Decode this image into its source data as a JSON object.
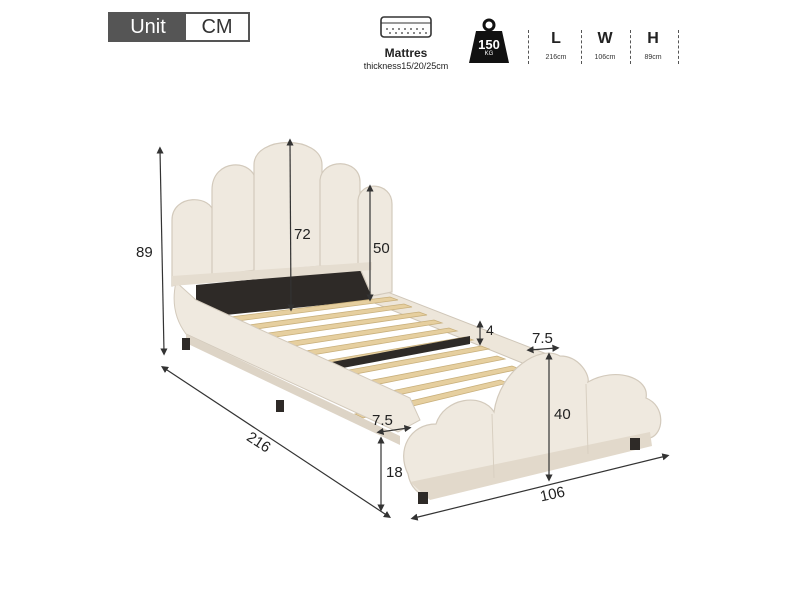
{
  "unit": {
    "label": "Unit",
    "value": "CM"
  },
  "mattress": {
    "label": "Mattres",
    "thickness": "thickness15/20/25cm",
    "icon": "mattress-icon"
  },
  "weight": {
    "value": "150",
    "unit": "KG",
    "icon": "weight-icon"
  },
  "dimensions": [
    {
      "letter": "L",
      "value": "216cm"
    },
    {
      "letter": "W",
      "value": "106cm"
    },
    {
      "letter": "H",
      "value": "89cm"
    }
  ],
  "measurements": {
    "total_height": "89",
    "headboard_center_height": "72",
    "headboard_side_height": "50",
    "length": "216",
    "width": "106",
    "slat_thickness": "4",
    "footboard_edge_top": "7.5",
    "footboard_edge_left": "7.5",
    "footboard_height": "40",
    "leg_height": "18"
  },
  "colors": {
    "frame": "#efe9df",
    "frame_shadow": "#d8d0c3",
    "slat": "#e6cf9f",
    "dark": "#2e2a27"
  }
}
